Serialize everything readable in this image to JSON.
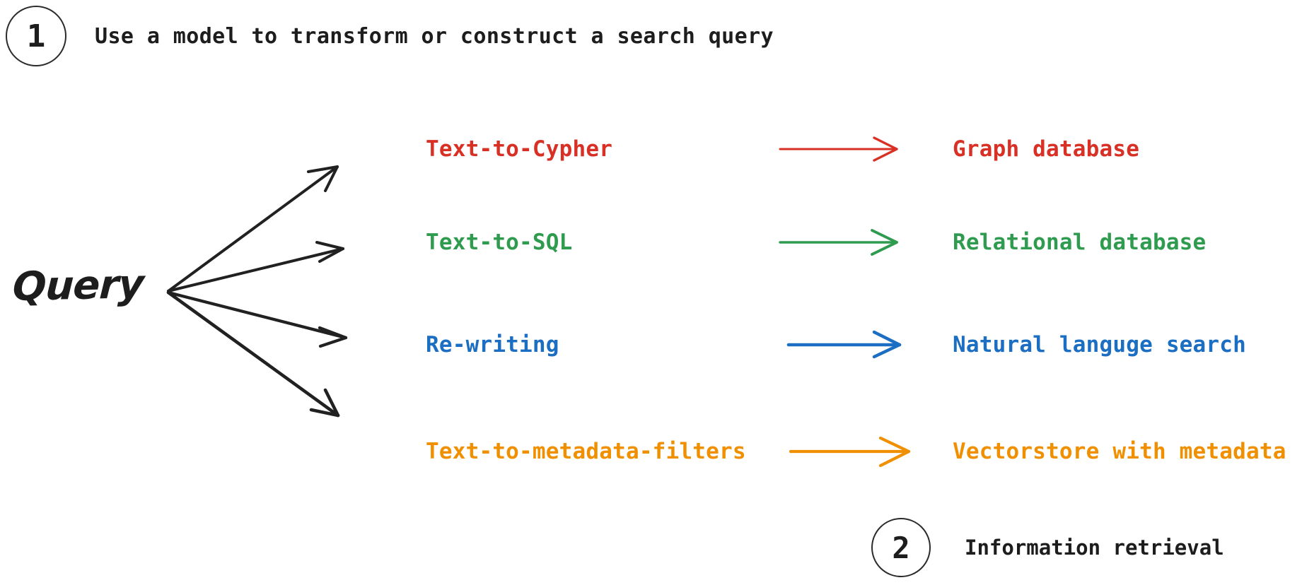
{
  "diagram": {
    "title_step": {
      "badge": "1",
      "caption": "Use a model to transform or construct a search query"
    },
    "footer_step": {
      "badge": "2",
      "caption": "Information retrieval"
    },
    "source": {
      "label": "Query"
    },
    "rows": [
      {
        "method": "Text-to-Cypher",
        "target": "Graph database",
        "color": "#D93025"
      },
      {
        "method": "Text-to-SQL",
        "target": "Relational database",
        "color": "#2E9B4E"
      },
      {
        "method": "Re-writing",
        "target": "Natural languge search",
        "color": "#1B6EC2"
      },
      {
        "method": "Text-to-metadata-filters",
        "target": "Vectorstore with metadata",
        "color": "#F09000"
      }
    ],
    "colors": {
      "ink": "#1d1d1d",
      "background": "#ffffff"
    }
  }
}
